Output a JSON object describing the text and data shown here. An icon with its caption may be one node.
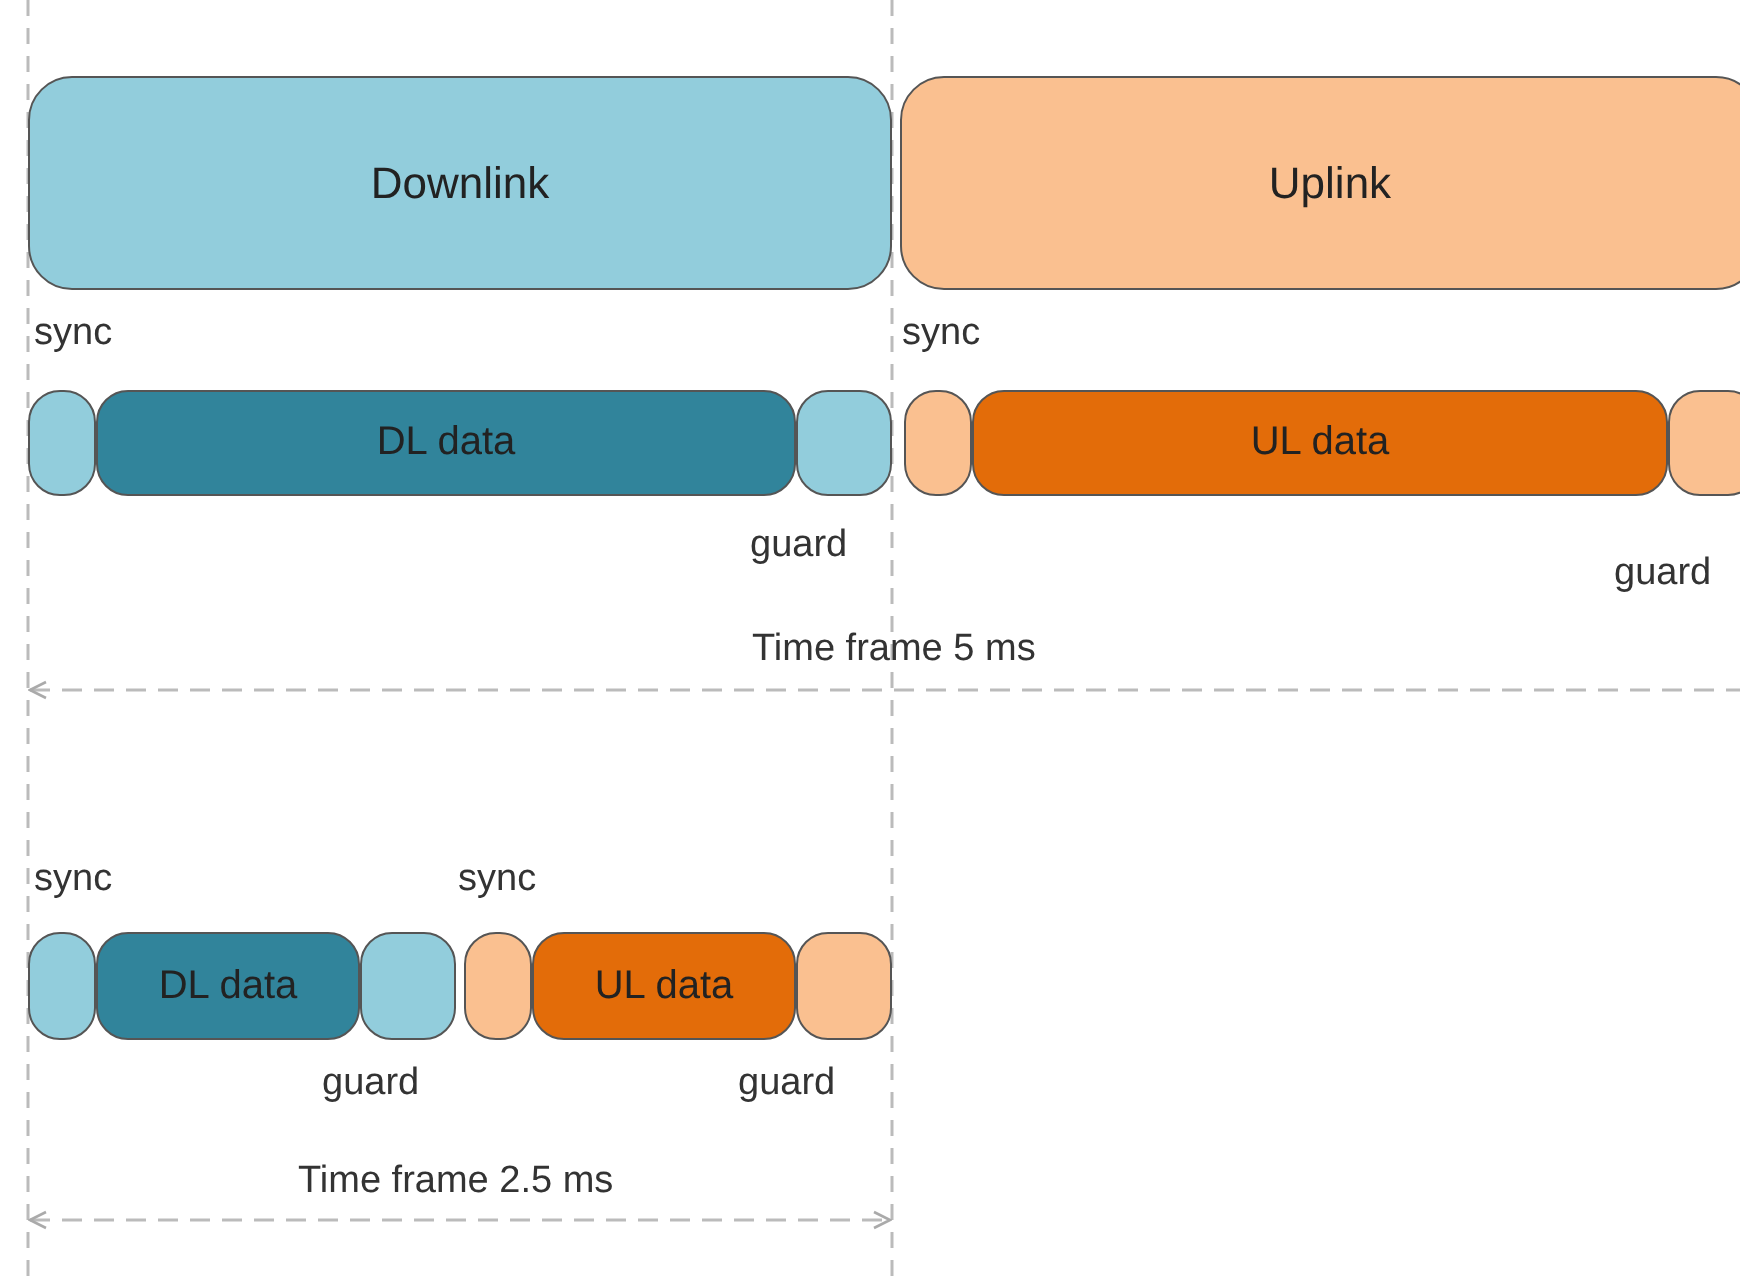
{
  "diagram": {
    "nodes": [
      {
        "text": [
          "Downlink"
        ]
      },
      {
        "text": [
          "Uplink"
        ]
      },
      {
        "text": [],
        "shape": "box",
        "beside": [
          "sync"
        ]
      },
      {
        "text": [
          "DL data"
        ]
      },
      {
        "text": [],
        "shape": "box",
        "beside": [
          "guard"
        ]
      },
      {
        "text": [],
        "shape": "box",
        "beside": [
          "sync"
        ]
      },
      {
        "text": [
          "UL data"
        ]
      },
      {
        "text": [],
        "shape": "box",
        "beside": [
          "guard"
        ]
      },
      {
        "text": [],
        "shape": "box",
        "beside": [
          "sync"
        ]
      },
      {
        "text": [
          "DL data"
        ]
      },
      {
        "text": [],
        "shape": "box",
        "beside": [
          "guard"
        ]
      },
      {
        "text": [],
        "shape": "box",
        "beside": [
          "sync"
        ]
      },
      {
        "text": [
          "UL data"
        ]
      },
      {
        "text": [],
        "shape": "box",
        "beside": [
          "guard"
        ]
      }
    ],
    "edges": [],
    "labels": [
      "Time frame 5 ms",
      "Time frame 2.5 ms"
    ]
  }
}
